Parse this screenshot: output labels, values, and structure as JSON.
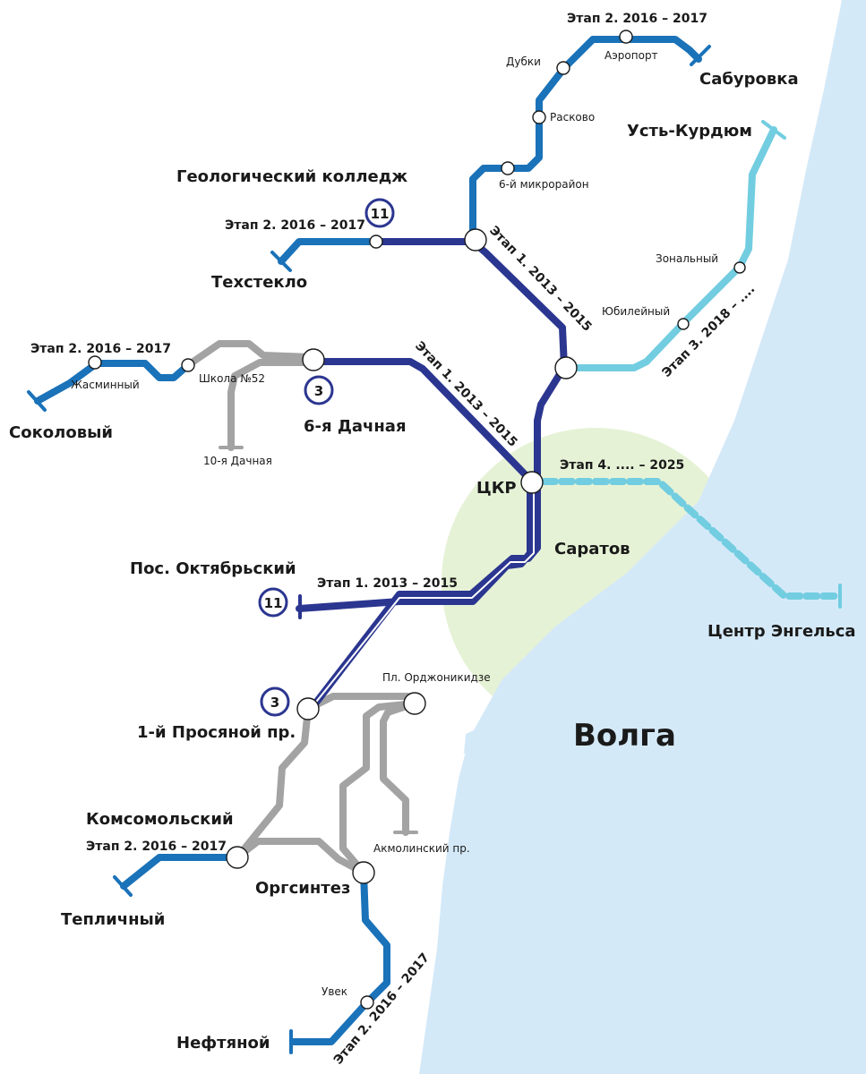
{
  "colors": {
    "water": "#d4e9f8",
    "park": "#e6f2d6",
    "stage1": "#2b3690",
    "stage2": "#1a72b9",
    "stage3": "#72cde0",
    "stage4": "#72cde0",
    "existing": "#a3a3a3",
    "volga": "#2b3690"
  },
  "river": {
    "name": "Волга"
  },
  "stages": {
    "s2": "Этап 2. 2016 – 2017",
    "s1": "Этап 1. 2013 – 2015",
    "s3": "Этап 3. 2018 – ....",
    "s4": "Этап 4. .... – 2025"
  },
  "routes": {
    "r11": "11",
    "r3": "3"
  },
  "stations": {
    "saburovka": "Сабуровка",
    "aeroport": "Аэропорт",
    "dubki": "Дубки",
    "raskovo": "Расково",
    "mkr6": "6-й микрорайон",
    "ust_kurdyum": "Усть-Курдюм",
    "zonalny": "Зональный",
    "yubileyny": "Юбилейный",
    "geo_college": "Геологический колледж",
    "tekhsteklo": "Техстекло",
    "sokolovy": "Соколовый",
    "zhasminny": "Жасминный",
    "shkola52": "Школа №52",
    "dachnaya10": "10-я Дачная",
    "dachnaya6": "6-я Дачная",
    "tskr": "ЦКР",
    "saratov": "Саратов",
    "pos_oktyabrsky": "Пос. Октябрьский",
    "engels": "Центр Энгельса",
    "ordzhonikidze": "Пл. Орджоникидзе",
    "prosyanoy": "1-й Просяной пр.",
    "komsomolsky": "Комсомольский",
    "akmolinsky": "Акмолинский пр.",
    "orgsintez": "Оргсинтез",
    "teplichny": "Тепличный",
    "uvek": "Увек",
    "neftyanoy": "Нефтяной"
  }
}
